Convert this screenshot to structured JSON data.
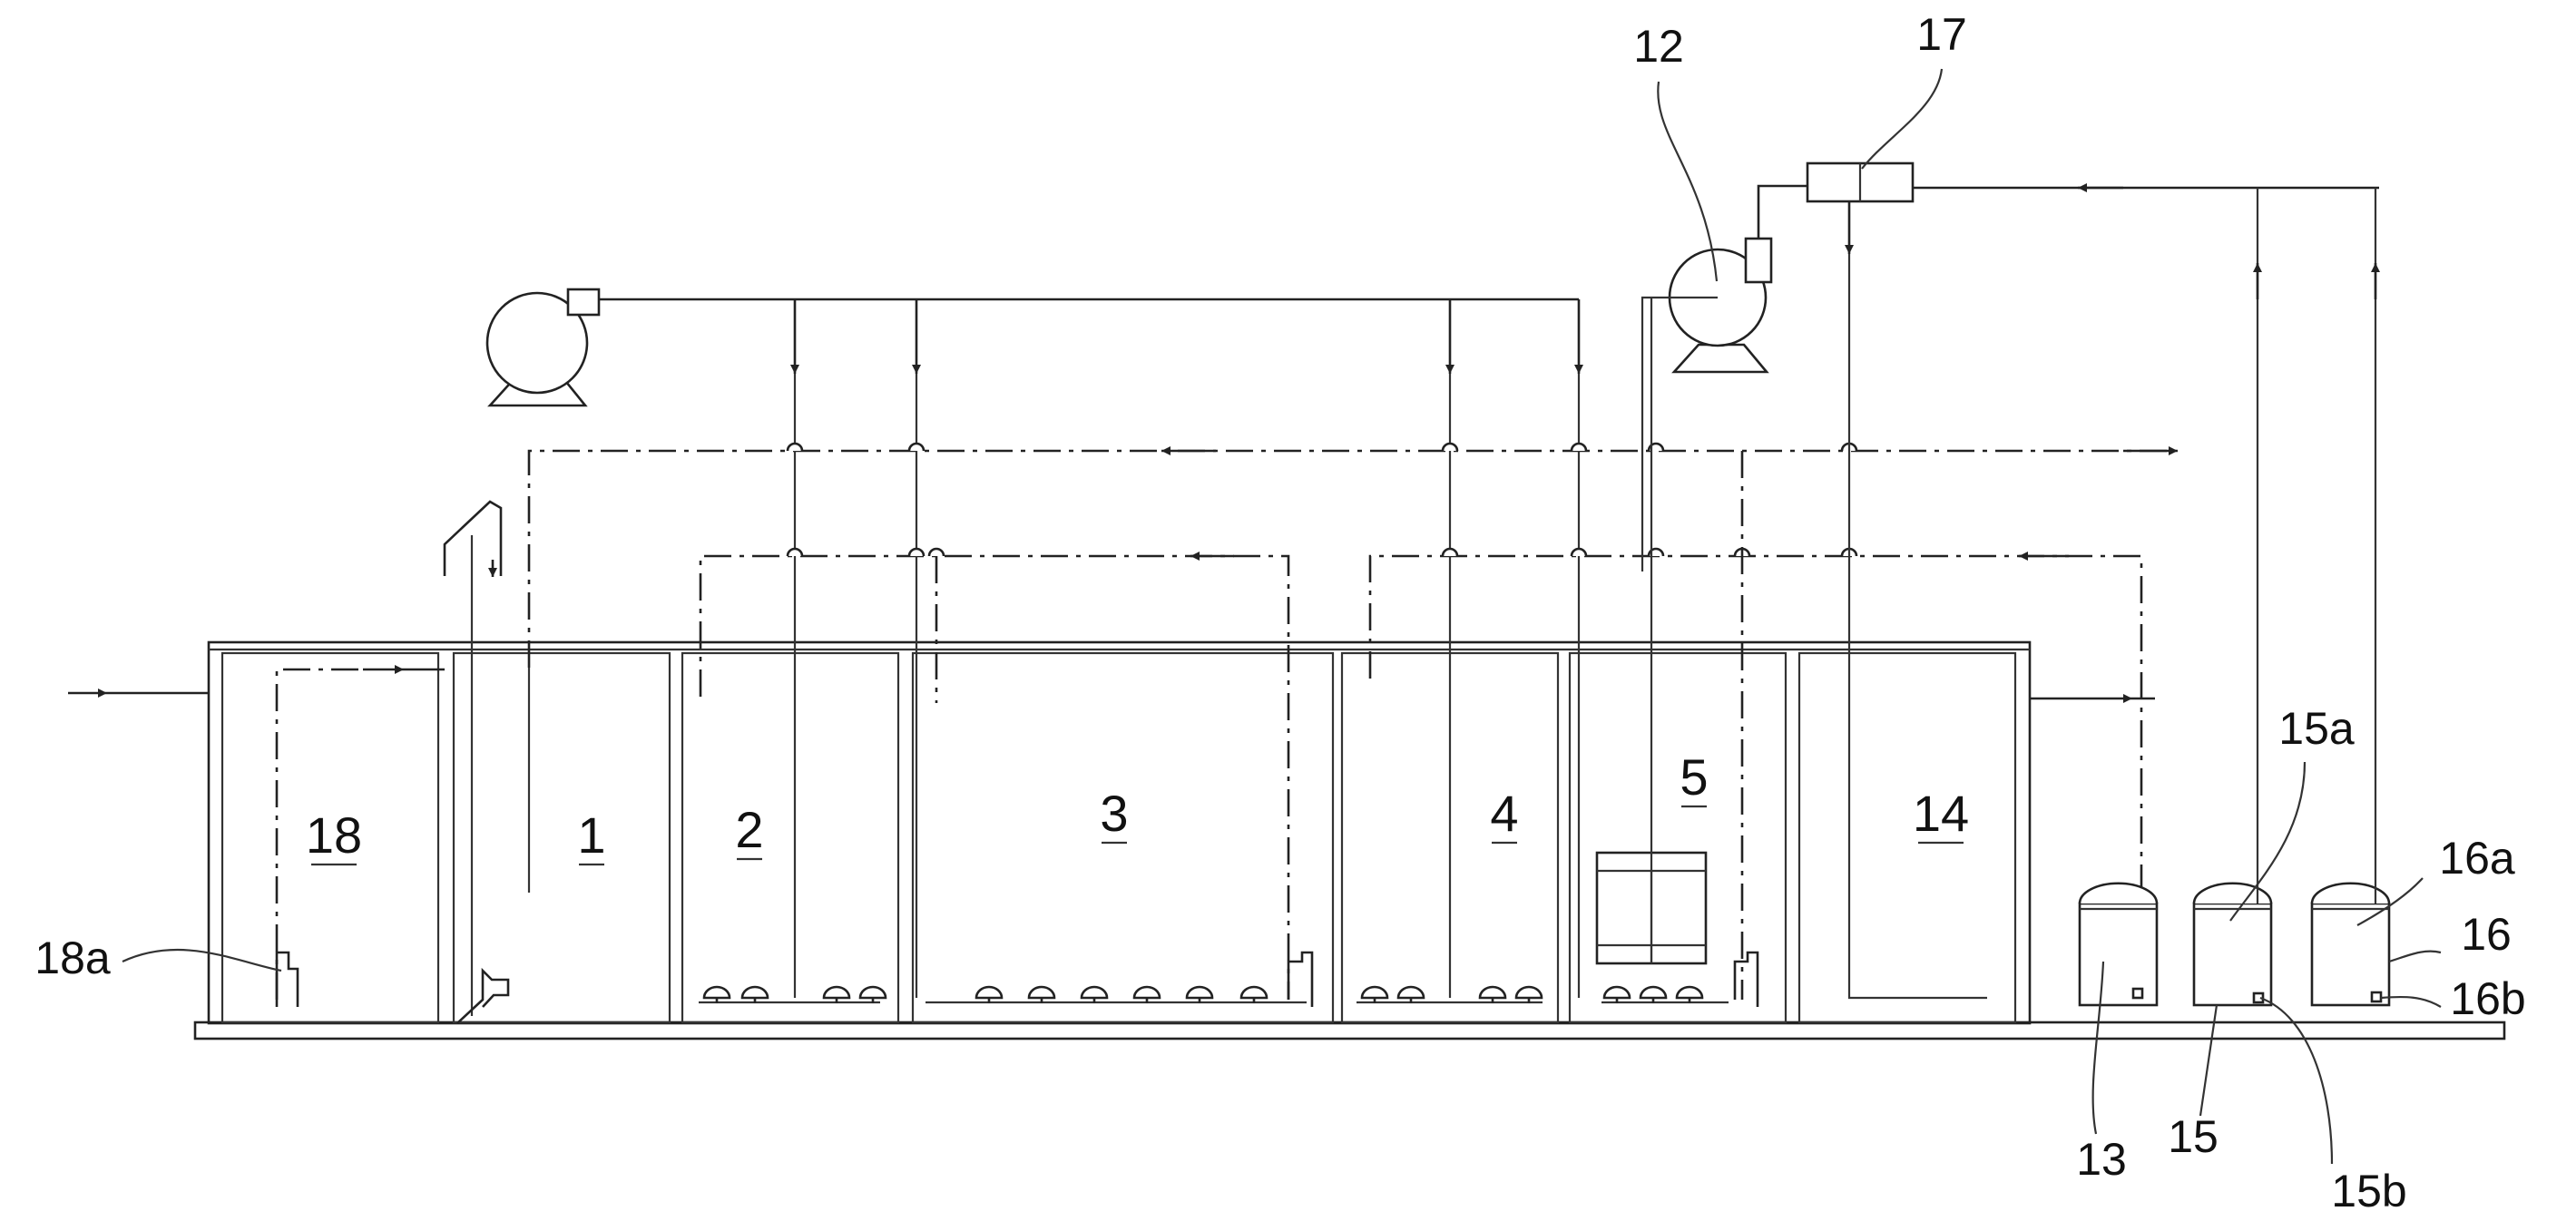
{
  "diagram": {
    "tank_labels": {
      "t18": "18",
      "t1": "1",
      "t2": "2",
      "t3": "3",
      "t4": "4",
      "t5": "5",
      "t14": "14"
    },
    "reference_labels": {
      "r12": "12",
      "r17": "17",
      "r13": "13",
      "r15": "15",
      "r15a": "15a",
      "r15b": "15b",
      "r16": "16",
      "r16a": "16a",
      "r16b": "16b",
      "r18a": "18a"
    }
  }
}
